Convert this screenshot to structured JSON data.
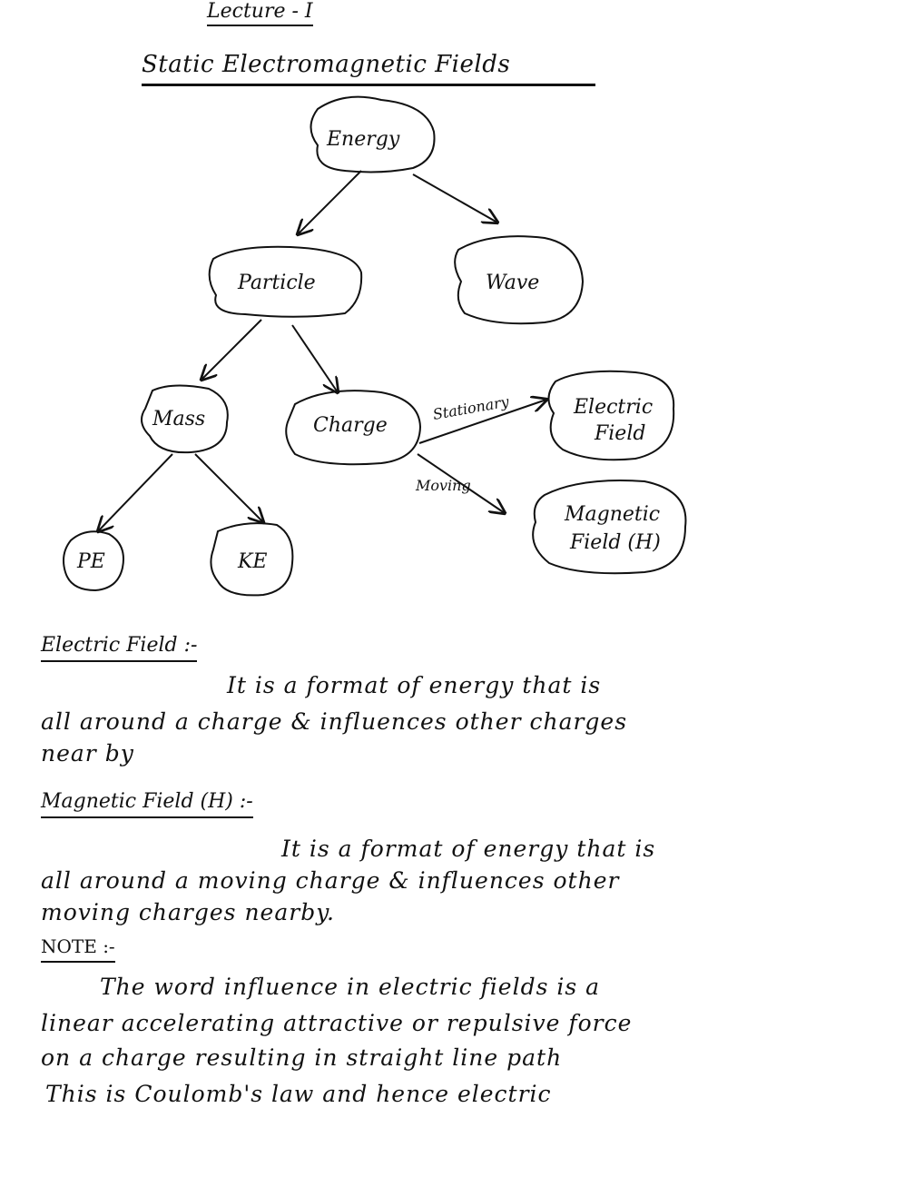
{
  "header": {
    "lecture": "Lecture - I",
    "title": "Static Electromagnetic Fields"
  },
  "diagram": {
    "nodes": {
      "energy": "Energy",
      "particle": "Particle",
      "wave": "Wave",
      "mass": "Mass",
      "charge": "Charge",
      "pe": "PE",
      "ke": "KE",
      "electric_field_line1": "Electric",
      "electric_field_line2": "Field",
      "magnetic_field_line1": "Magnetic",
      "magnetic_field_line2": "Field (H)"
    },
    "edges": {
      "stationary": "Stationary",
      "moving": "Moving"
    }
  },
  "sections": {
    "electric": {
      "heading": "Electric Field :-",
      "lines": [
        "It is a format of energy that is",
        "all around a charge & influences other charges",
        "near by"
      ]
    },
    "magnetic": {
      "heading": "Magnetic Field (H) :-",
      "lines": [
        "It is a format of energy that is",
        "all around a moving charge & influences other",
        "moving charges nearby."
      ]
    },
    "note": {
      "heading": "NOTE :-",
      "lines": [
        "The word influence in electric fields is a",
        "linear accelerating attractive or repulsive force",
        "on a charge resulting in straight line path",
        "This is Coulomb's law and hence electric"
      ]
    }
  }
}
